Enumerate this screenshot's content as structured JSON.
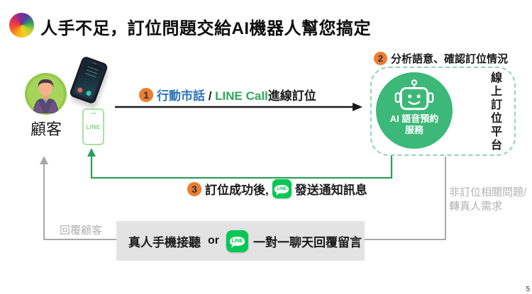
{
  "title": {
    "text": "人手不足，訂位問題交給AI機器人幫您搞定"
  },
  "customer": {
    "label": "顧客",
    "line_phone_text": "LINE"
  },
  "flow": {
    "step1": {
      "num": "1",
      "blue": "行動市話",
      "sep": " / ",
      "green": "LINE Call",
      "rest": "進線訂位"
    },
    "step2": {
      "num": "2",
      "text": "分析語意、確認訂位情況"
    },
    "step3": {
      "num": "3",
      "before": "訂位成功後,",
      "after": "發送通知訊息"
    }
  },
  "ai": {
    "circle_line1": "AI 語音預約",
    "circle_line2": "服務",
    "platform": "線上訂位平台"
  },
  "fallback": {
    "human_answer": "真人手機接聽",
    "or": "or",
    "chat_reply": "一對一聊天回覆留言"
  },
  "line_badge_text": "LINE",
  "annotations": {
    "reply_customer": "回覆顧客",
    "non_booking_line1": "非訂位相關問題/",
    "non_booking_line2": "轉真人需求"
  },
  "page_number": "5",
  "colors": {
    "accent_orange": "#ED7D31",
    "link_blue": "#2E75B6",
    "text_green": "#2FA85C",
    "robot_green": "#3CB878",
    "line_green": "#06C755",
    "dashed_border": "#8FD4B4",
    "bar_bg": "#E3E3E3",
    "muted_gray": "#B2B2B2"
  }
}
